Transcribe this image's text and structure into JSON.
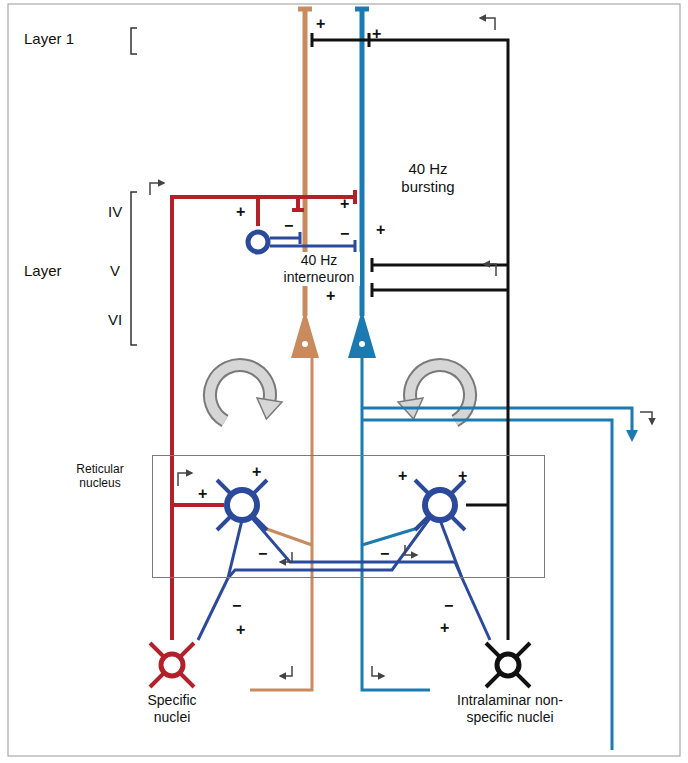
{
  "diagram": {
    "nodes": [
      {
        "text": [
          "40 Hz interneuron"
        ]
      },
      {
        "text": [
          "Reticular nucleus"
        ]
      },
      {
        "text": [
          "Specific nuclei"
        ]
      },
      {
        "text": [
          "Intralaminar non-specific nuclei"
        ]
      }
    ],
    "edges": [
      {
        "from": 2,
        "to": 0,
        "arrow": "none"
      },
      {
        "from": 2,
        "to": 1,
        "arrow": "none"
      },
      {
        "from": 3,
        "to": 1,
        "arrow": "none"
      },
      {
        "from": 1,
        "to": 2,
        "arrow": "none"
      },
      {
        "from": 1,
        "to": 3,
        "arrow": "none"
      }
    ],
    "labels": [
      "Layer 1",
      "IV",
      "Layer",
      "V",
      "VI",
      "40 Hz bursting",
      "+",
      "+",
      "+",
      "+",
      "−",
      "−",
      "+",
      "+",
      "+",
      "+",
      "+",
      "+",
      "−",
      "−",
      "−",
      "+",
      "−",
      "+"
    ]
  }
}
